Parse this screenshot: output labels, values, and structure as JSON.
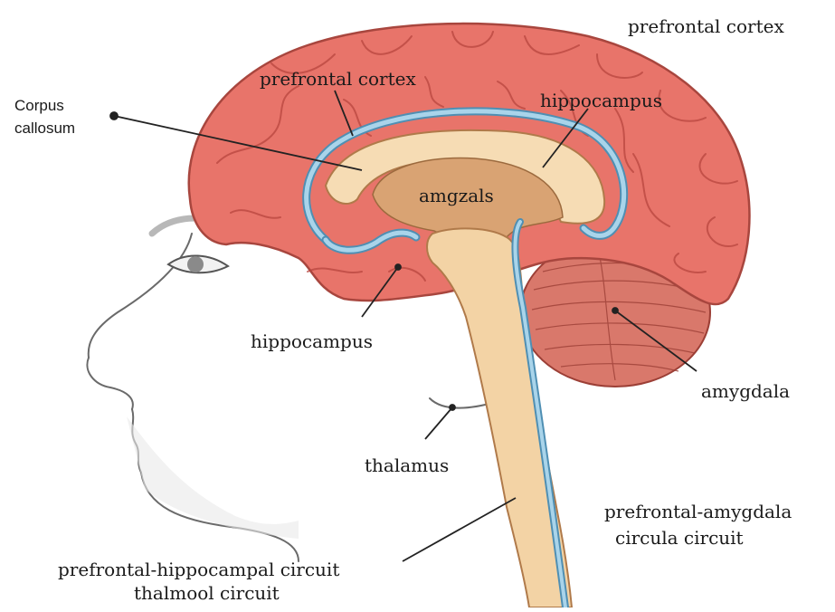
{
  "labels": {
    "prefrontal_cortex_top_right": "prefrontal cortex",
    "prefrontal_cortex_inner": "prefrontal cortex",
    "hippocampus_top": "hippocampus",
    "amgzals": "amgzals",
    "corpus_callosum_line1": "Corpus",
    "corpus_callosum_line2": "callosum",
    "hippocampus_lower": "hippocampus",
    "amygdala": "amygdala",
    "thalamus": "thalamus",
    "prefrontal_amygdala_line1": "prefrontal-amygdala",
    "prefrontal_amygdala_line2": "circula circuit",
    "prefrontal_hippocampal_line1": "prefrontal-hippocampal circuit",
    "prefrontal_hippocampal_line2": "thalmool circuit"
  },
  "colors": {
    "cortex": "#e8746a",
    "cortex_dark": "#b8463f",
    "cerebellum": "#d9786b",
    "brainstem": "#f3d3a5",
    "callosum": "#f6dcb4",
    "inner": "#d9a373",
    "circuit": "#8fc3df",
    "circuit_stroke": "#4f8fb3",
    "face_line": "#555555"
  }
}
